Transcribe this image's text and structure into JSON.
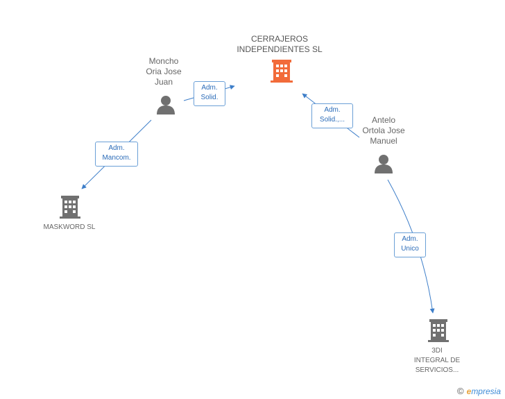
{
  "nodes": {
    "cerrajeros": {
      "line1": "CERRAJEROS",
      "line2": "INDEPENDIENTES SL",
      "color": "#f26b3a",
      "icon": "building-icon"
    },
    "moncho": {
      "line1": "Moncho",
      "line2": "Oria Jose",
      "line3": "Juan",
      "icon": "person-icon"
    },
    "antelo": {
      "line1": "Antelo",
      "line2": "Ortola Jose",
      "line3": "Manuel",
      "icon": "person-icon"
    },
    "maskword": {
      "line1": "MASKWORD SL",
      "icon": "building-icon"
    },
    "tresdi": {
      "line1": "3DI",
      "line2": "INTEGRAL DE",
      "line3": "SERVICIOS...",
      "icon": "building-icon"
    }
  },
  "edges": {
    "moncho_cerrajeros": {
      "line1": "Adm.",
      "line2": "Solid."
    },
    "antelo_cerrajeros": {
      "line1": "Adm.",
      "line2": "Solid.,..."
    },
    "moncho_maskword": {
      "line1": "Adm.",
      "line2": "Mancom."
    },
    "antelo_tresdi": {
      "line1": "Adm.",
      "line2": "Unico"
    }
  },
  "colors": {
    "edge": "#3d7ec9",
    "node_gray": "#707070",
    "highlight": "#f26b3a"
  },
  "watermark": {
    "copyright": "©",
    "brand_first": "e",
    "brand_rest": "mpresia"
  }
}
